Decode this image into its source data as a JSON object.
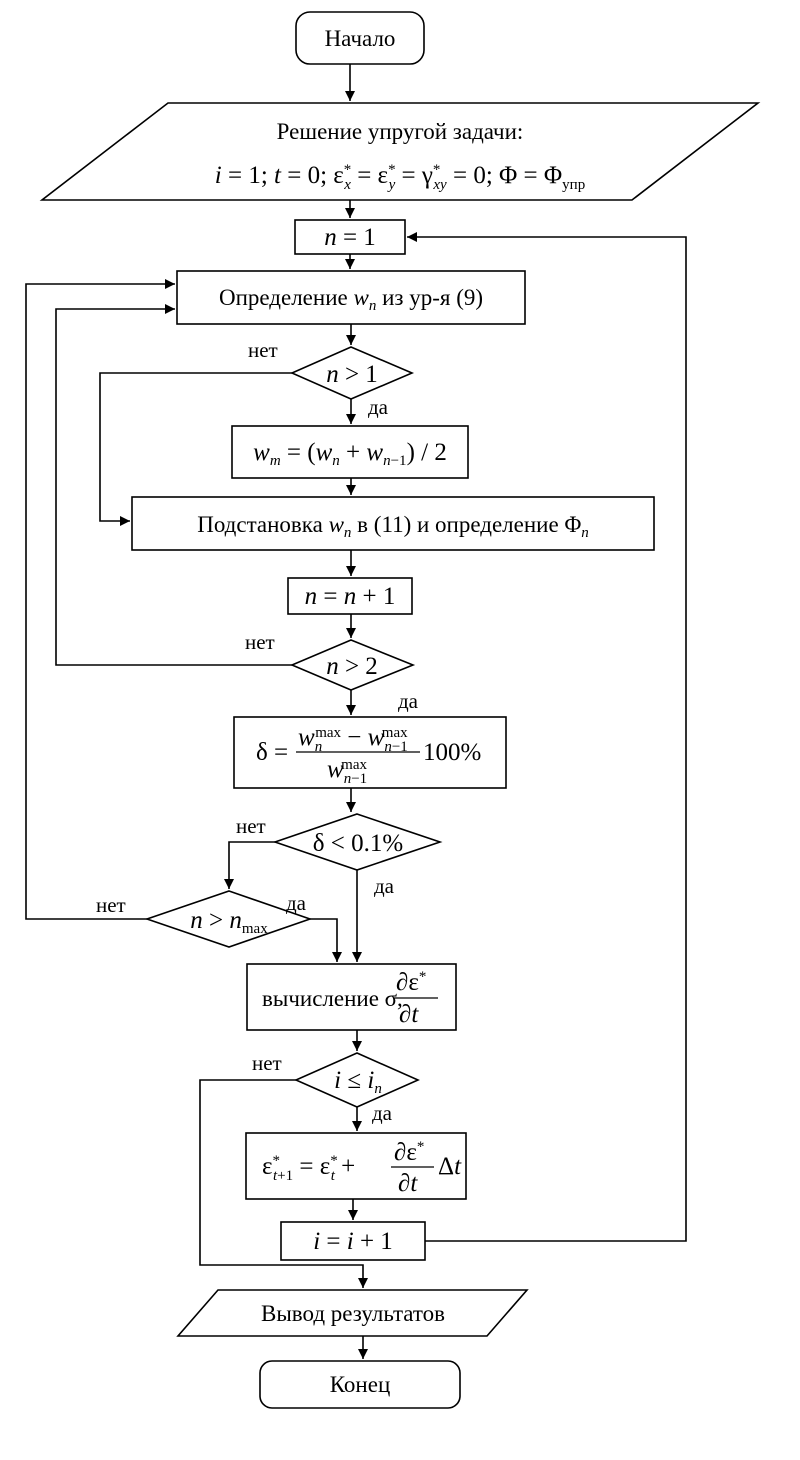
{
  "flowchart": {
    "start": "Начало",
    "elastic_title": "Решение упругой задачи:",
    "elastic_formula": "i = 1; t = 0; ε*x = ε*y = γ*xy = 0; Φ = Φупр",
    "n_init": "n = 1",
    "determine_w_text": "Определение",
    "determine_w_var": "w",
    "determine_w_sub": "n",
    "determine_w_tail": "из ур-я (9)",
    "cond_n_gt_1": "n > 1",
    "w_mean": "wm = (wn + wn−1) / 2",
    "subst_text": "Подстановка",
    "subst_var": "w",
    "subst_sub": "n",
    "subst_tail": "в (11) и определение",
    "subst_phi": "Φ",
    "subst_phi_sub": "n",
    "n_inc": "n = n + 1",
    "cond_n_gt_2": "n > 2",
    "delta_formula": "δ = (wn^max − wn−1^max) / wn−1^max · 100%",
    "cond_delta": "δ < 0.1%",
    "cond_nmax": "n > nmax",
    "sigma_text": "вычисление σ,",
    "sigma_frac": "∂ε* / ∂t",
    "cond_i": "i ≤ in",
    "eps_update": "ε*t+1 = ε*t + (∂ε*/∂t) Δt",
    "i_inc": "i = i + 1",
    "output": "Вывод результатов",
    "end": "Конец"
  },
  "labels": {
    "yes": "да",
    "no": "нет"
  }
}
